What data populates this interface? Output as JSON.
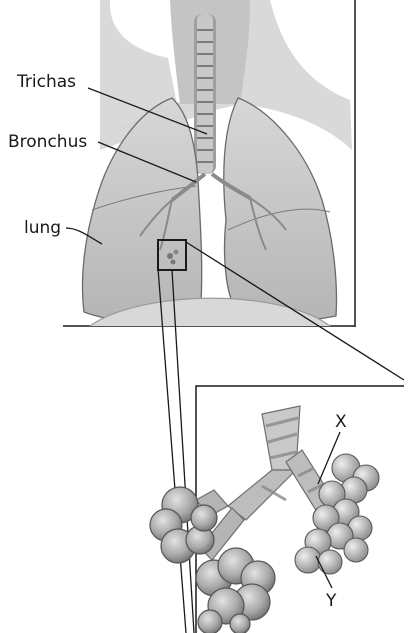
{
  "labels": {
    "trachea": "Trichas",
    "bronchus": "Bronchus",
    "lung": "lung",
    "x": "X",
    "y": "Y"
  },
  "colors": {
    "line": "#1a1a1a",
    "tissue": "#b9b9b9",
    "tissue_dark": "#8a8a8a",
    "background": "#ffffff"
  }
}
